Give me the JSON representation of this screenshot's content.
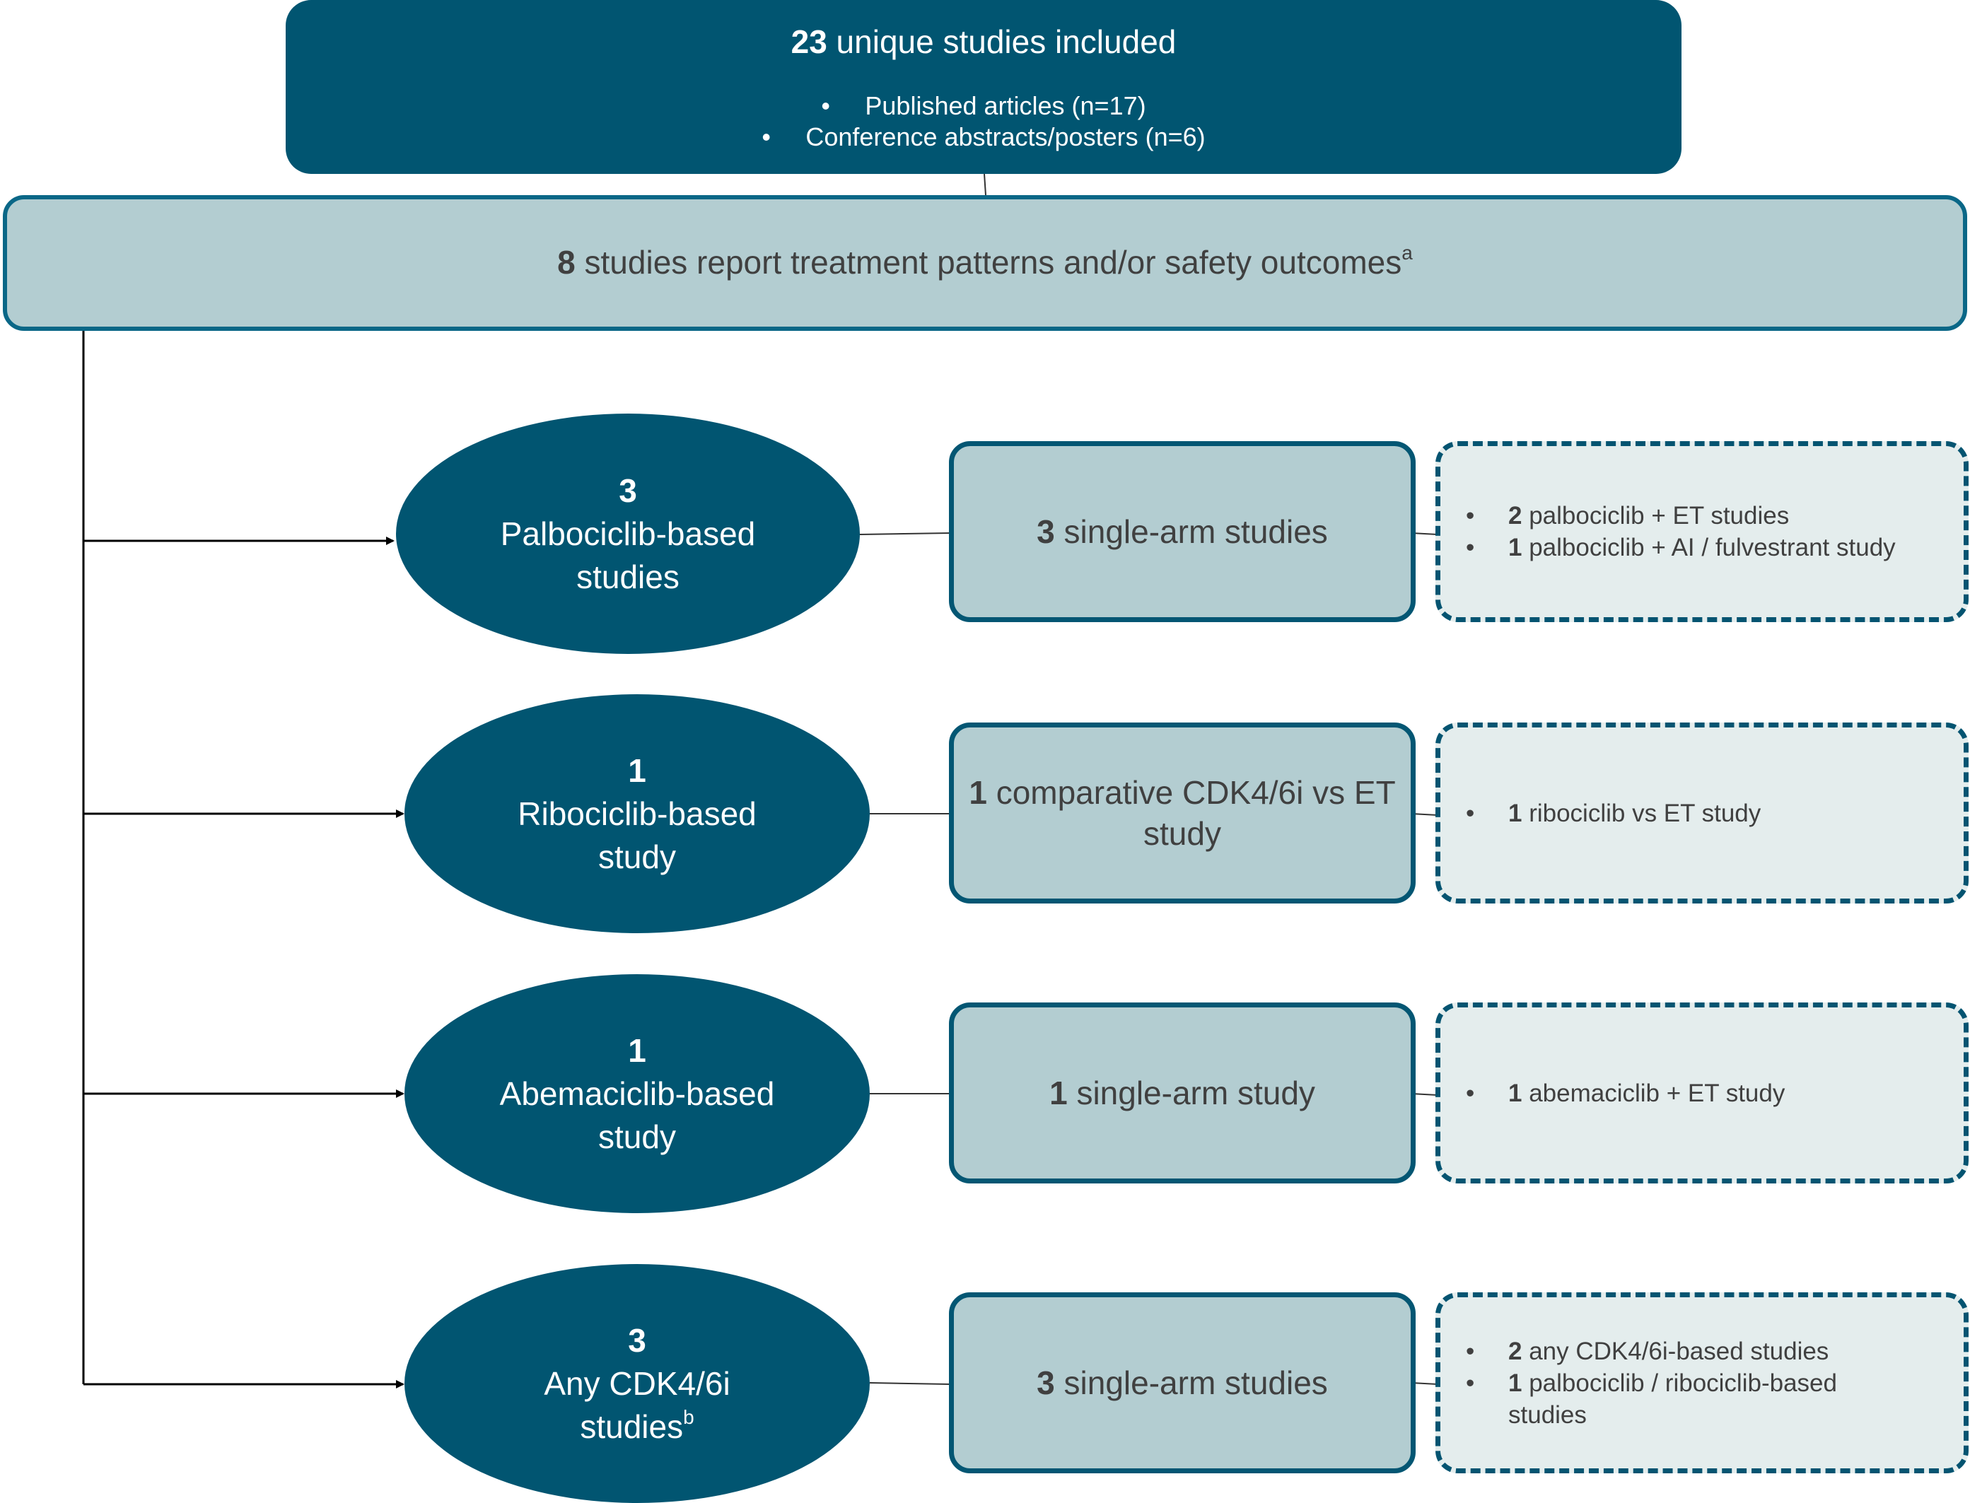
{
  "top_box": {
    "count": "23",
    "title_rest": " unique studies included",
    "bullets": [
      {
        "text": "Published articles (n=17)"
      },
      {
        "text": "Conference abstracts/posters (n=6)"
      }
    ]
  },
  "band": {
    "count": "8",
    "text": " studies report treatment patterns and/or safety outcomes",
    "footnote": "a"
  },
  "rows": [
    {
      "oval": {
        "count": "3",
        "label_line1": "Palbociclib-based",
        "label_line2": "studies",
        "footnote": ""
      },
      "design": {
        "count": "3",
        "text": " single-arm studies"
      },
      "details": [
        {
          "count": "2",
          "text": " palbociclib + ET studies"
        },
        {
          "count": "1",
          "text": " palbociclib + AI / fulvestrant study"
        }
      ]
    },
    {
      "oval": {
        "count": "1",
        "label_line1": "Ribociclib-based",
        "label_line2": "study",
        "footnote": ""
      },
      "design": {
        "count": "1",
        "text": " comparative CDK4/6i vs ET study"
      },
      "details": [
        {
          "count": "1",
          "text": " ribociclib vs ET study"
        }
      ]
    },
    {
      "oval": {
        "count": "1",
        "label_line1": "Abemaciclib-based",
        "label_line2": "study",
        "footnote": ""
      },
      "design": {
        "count": "1",
        "text": " single-arm study"
      },
      "details": [
        {
          "count": "1",
          "text": " abemaciclib + ET study"
        }
      ]
    },
    {
      "oval": {
        "count": "3",
        "label_line1": "Any CDK4/6i",
        "label_line2": "studies",
        "footnote": "b"
      },
      "design": {
        "count": "3",
        "text": " single-arm studies"
      },
      "details": [
        {
          "count": "2",
          "text": " any CDK4/6i-based studies"
        },
        {
          "count": "1",
          "text": " palbociclib / ribociclib-based studies"
        }
      ]
    }
  ],
  "bullet_glyph": "•",
  "colors": {
    "dark_teal": "#015571",
    "light_teal": "#b3cdd1",
    "pale": "#e4eded",
    "text_gray": "#404040"
  }
}
